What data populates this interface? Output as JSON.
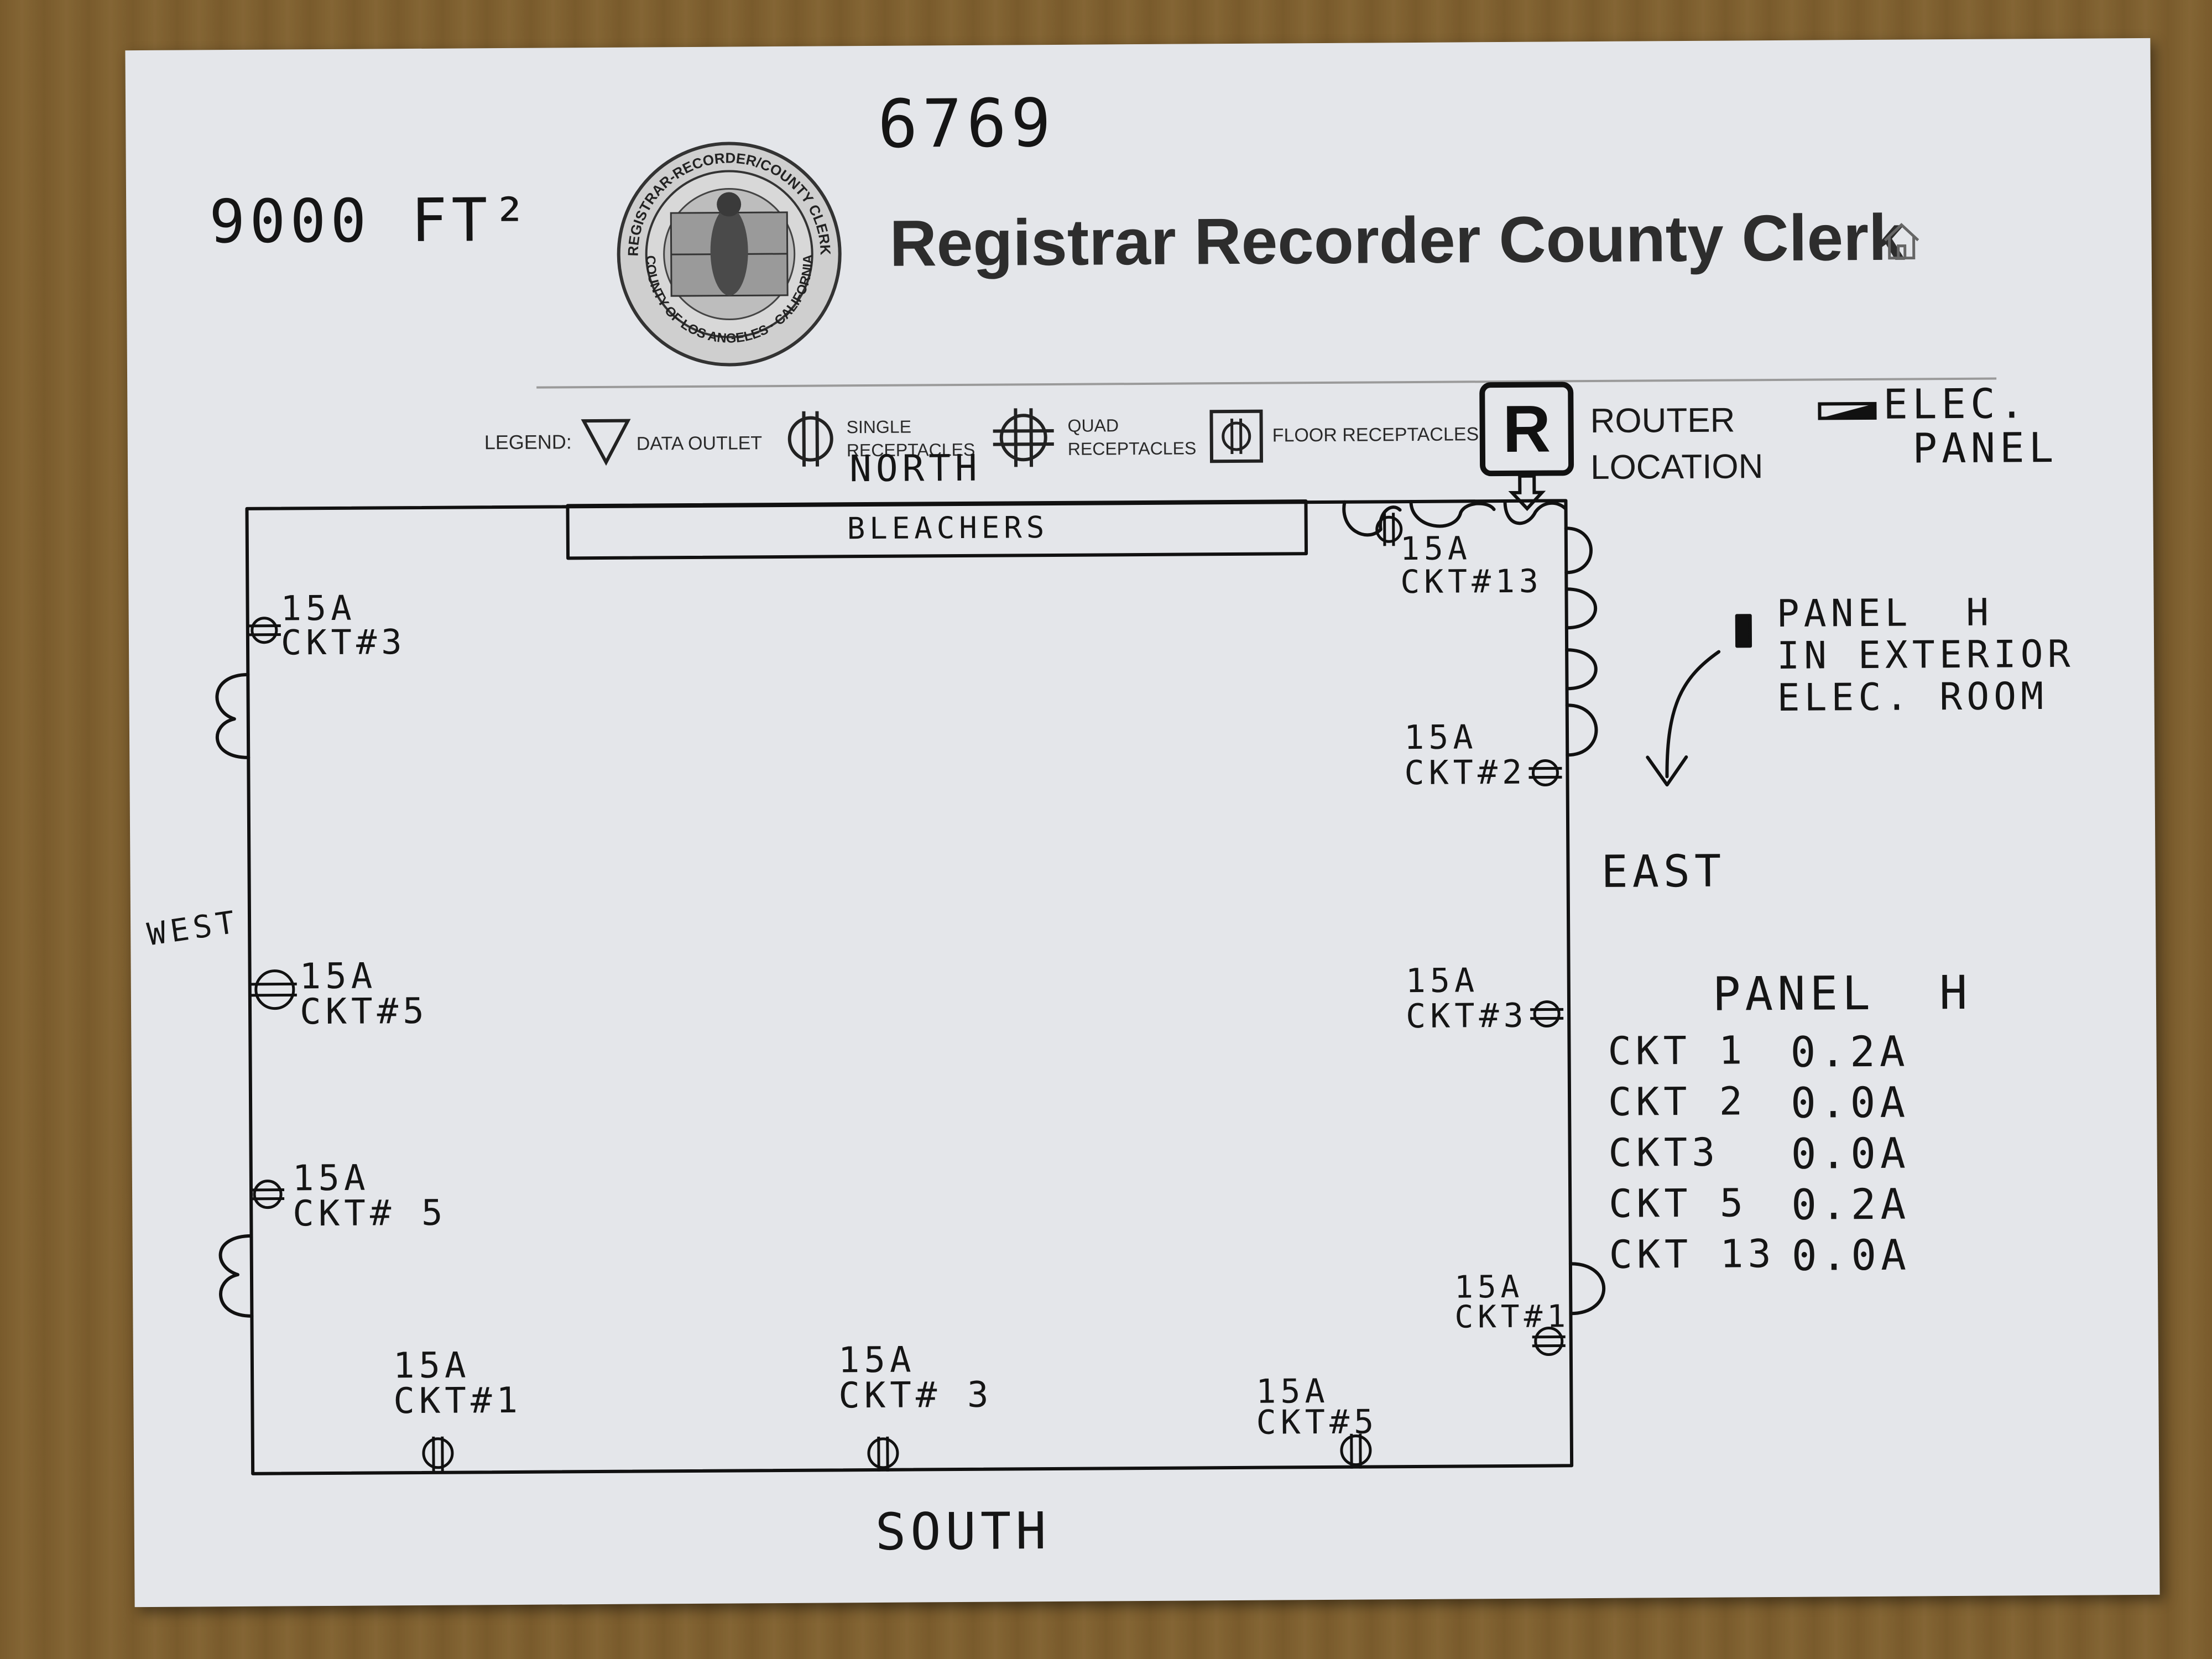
{
  "header": {
    "job_number": "6769",
    "area": "9000 FT²",
    "title": "Registrar Recorder County Clerk",
    "seal_text_top": "REGISTRAR-RECORDER/COUNTY CLERK",
    "seal_text_bottom": "COUNTY OF LOS ANGELES · CALIFORNIA",
    "home_icon": "home-icon"
  },
  "legend": {
    "label": "LEGEND:",
    "items": [
      {
        "icon": "data-outlet-icon",
        "label": "DATA OUTLET"
      },
      {
        "icon": "single-receptacle-icon",
        "label_line1": "SINGLE",
        "label_line2": "RECEPTACLES"
      },
      {
        "icon": "quad-receptacle-icon",
        "label_line1": "QUAD",
        "label_line2": "RECEPTACLES"
      },
      {
        "icon": "floor-receptacle-icon",
        "label": "FLOOR RECEPTACLES"
      }
    ],
    "router": {
      "icon": "router-r-icon",
      "symbol": "R",
      "line1": "ROUTER",
      "line2": "LOCATION"
    },
    "panel": {
      "icon": "elec-panel-icon",
      "line1": "ELEC.",
      "line2": "PANEL"
    }
  },
  "plan": {
    "north": "NORTH",
    "south": "SOUTH",
    "east": "EAST",
    "west": "WEST",
    "bleachers": "BLEACHERS",
    "panel_note": [
      "PANEL  H",
      "IN EXTERIOR",
      "ELEC. ROOM"
    ],
    "receptacles": [
      {
        "rating": "15A",
        "circuit": "CKT#13"
      },
      {
        "rating": "15A",
        "circuit": "CKT#3"
      },
      {
        "rating": "15A",
        "circuit": "CKT#2"
      },
      {
        "rating": "15A",
        "circuit": "CKT#3"
      },
      {
        "rating": "15A",
        "circuit": "CKT#5"
      },
      {
        "rating": "15A",
        "circuit": "CKT# 5"
      },
      {
        "rating": "15A",
        "circuit": "CKT#1"
      },
      {
        "rating": "15A",
        "circuit": "CKT#1"
      },
      {
        "rating": "15A",
        "circuit": "CKT# 3"
      },
      {
        "rating": "15A",
        "circuit": "CKT#5"
      }
    ]
  },
  "panel_table": {
    "title": "PANEL  H",
    "rows": [
      {
        "circuit": "CKT 1",
        "amps": "0.2A"
      },
      {
        "circuit": "CKT 2",
        "amps": "0.0A"
      },
      {
        "circuit": "CKT3",
        "amps": "0.0A"
      },
      {
        "circuit": "CKT 5",
        "amps": "0.2A"
      },
      {
        "circuit": "CKT 13",
        "amps": "0.0A"
      }
    ]
  }
}
